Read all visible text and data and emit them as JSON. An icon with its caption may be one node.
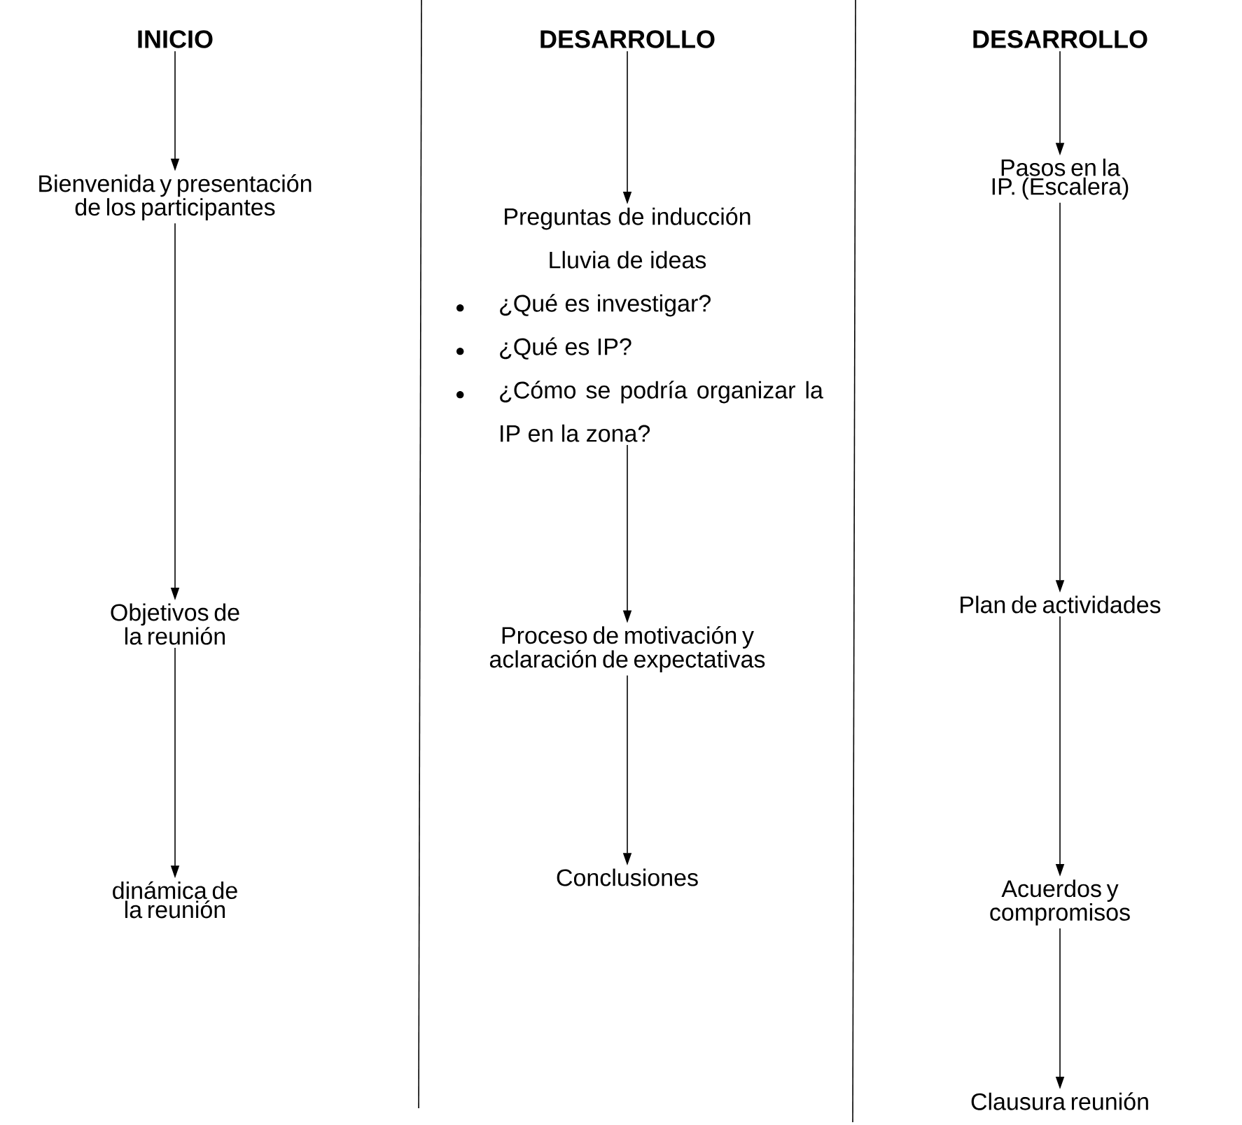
{
  "diagram": {
    "nodes": [
      {
        "text": [
          "INICIO"
        ]
      },
      {
        "text": [
          "Bienvenida y presentación de los participantes"
        ]
      },
      {
        "text": [
          "Objetivos de la reunión"
        ]
      },
      {
        "text": [
          "dinámica de la reunión"
        ]
      },
      {
        "text": [
          "DESARROLLO"
        ]
      },
      {
        "text": [
          "Preguntas de inducción",
          "Lluvia de ideas",
          "¿Qué es investigar?",
          "¿Qué es IP?",
          "¿Cómo se podría organizar la IP en la zona?"
        ]
      },
      {
        "text": [
          "Proceso de motivación y aclaración de expectativas"
        ]
      },
      {
        "text": [
          "Conclusiones"
        ]
      },
      {
        "text": [
          "DESARROLLO"
        ]
      },
      {
        "text": [
          "Pasos en la IP. (Escalera)"
        ]
      },
      {
        "text": [
          "Plan de actividades"
        ]
      },
      {
        "text": [
          "Acuerdos y compromisos"
        ]
      },
      {
        "text": [
          "Clausura reunión"
        ]
      }
    ],
    "edges": [
      {
        "from": 0,
        "to": 1,
        "arrow": "to"
      },
      {
        "from": 1,
        "to": 2,
        "arrow": "to"
      },
      {
        "from": 2,
        "to": 3,
        "arrow": "to"
      },
      {
        "from": 4,
        "to": 5,
        "arrow": "to"
      },
      {
        "from": 5,
        "to": 6,
        "arrow": "to"
      },
      {
        "from": 6,
        "to": 7,
        "arrow": "to"
      },
      {
        "from": 8,
        "to": 9,
        "arrow": "to"
      },
      {
        "from": 9,
        "to": 10,
        "arrow": "to"
      },
      {
        "from": 10,
        "to": 11,
        "arrow": "to"
      },
      {
        "from": 11,
        "to": 12,
        "arrow": "to"
      }
    ]
  }
}
